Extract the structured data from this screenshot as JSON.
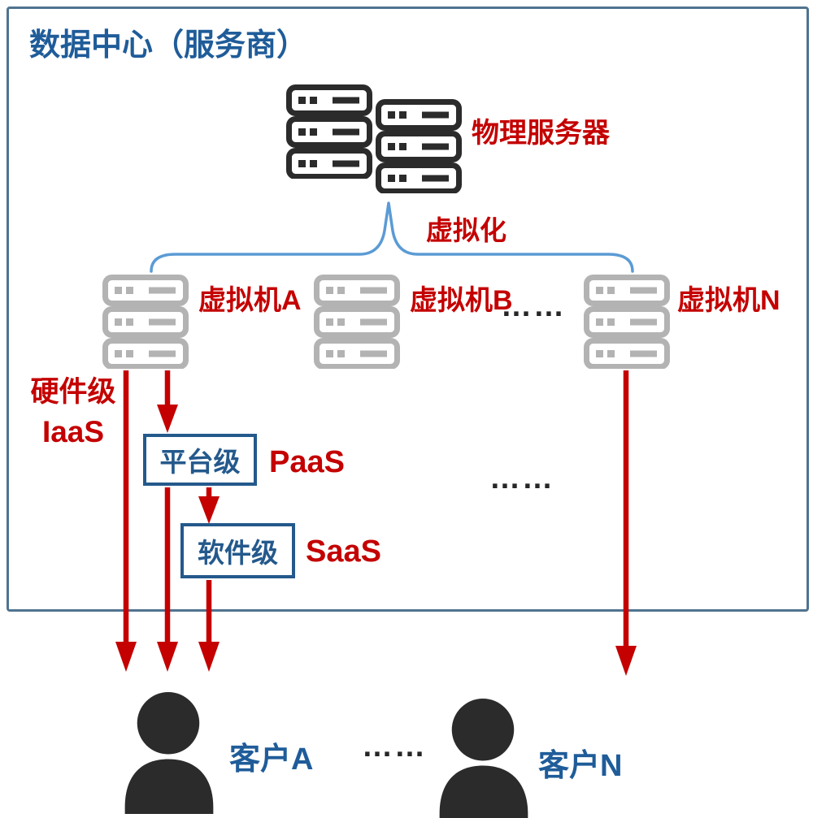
{
  "colors": {
    "accent_red": "#C40000",
    "title_blue": "#1F5C99",
    "level_box_blue": "#24598C",
    "outer_border_blue": "#50738F",
    "brace_blue": "#5B9BD5",
    "vm_gray": "#B3B3B3",
    "icon_black": "#2B2B2B"
  },
  "datacenter": {
    "title": "数据中心（服务商）"
  },
  "physical_server": {
    "label": "物理服务器"
  },
  "virtualization": {
    "label": "虚拟化"
  },
  "vms": [
    {
      "label": "虚拟机A"
    },
    {
      "label": "虚拟机B"
    },
    {
      "label": "虚拟机N"
    }
  ],
  "vm_ellipsis": "……",
  "levels": {
    "hardware": {
      "line1": "硬件级",
      "line2": "IaaS"
    },
    "platform": {
      "box_label": "平台级",
      "tag": "PaaS"
    },
    "software": {
      "box_label": "软件级",
      "tag": "SaaS"
    },
    "ellipsis": "……"
  },
  "customers": [
    {
      "label": "客户A"
    },
    {
      "label": "客户N"
    }
  ],
  "customer_ellipsis": "……"
}
